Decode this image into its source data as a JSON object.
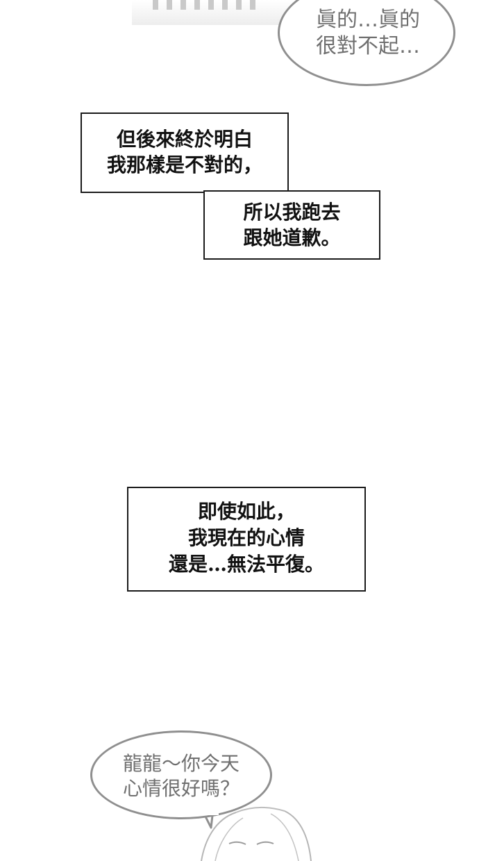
{
  "top_bubble": {
    "lines": [
      "眞的…眞的",
      "很對不起…"
    ]
  },
  "narration_1": {
    "lines": [
      "但後來終於明白",
      "我那樣是不對的，"
    ]
  },
  "narration_2": {
    "lines": [
      "所以我跑去",
      "跟她道歉。"
    ]
  },
  "narration_3": {
    "lines": [
      "即使如此，",
      "我現在的心情",
      "還是…無法平復。"
    ]
  },
  "bottom_bubble": {
    "lines": [
      "龍龍～你今天",
      "心情很好嗎？"
    ]
  },
  "colors": {
    "bubble_border": "#8f8f8f",
    "bubble_text": "#6f6f6f",
    "narration_border": "#1a1a1a",
    "narration_text": "#111111"
  }
}
